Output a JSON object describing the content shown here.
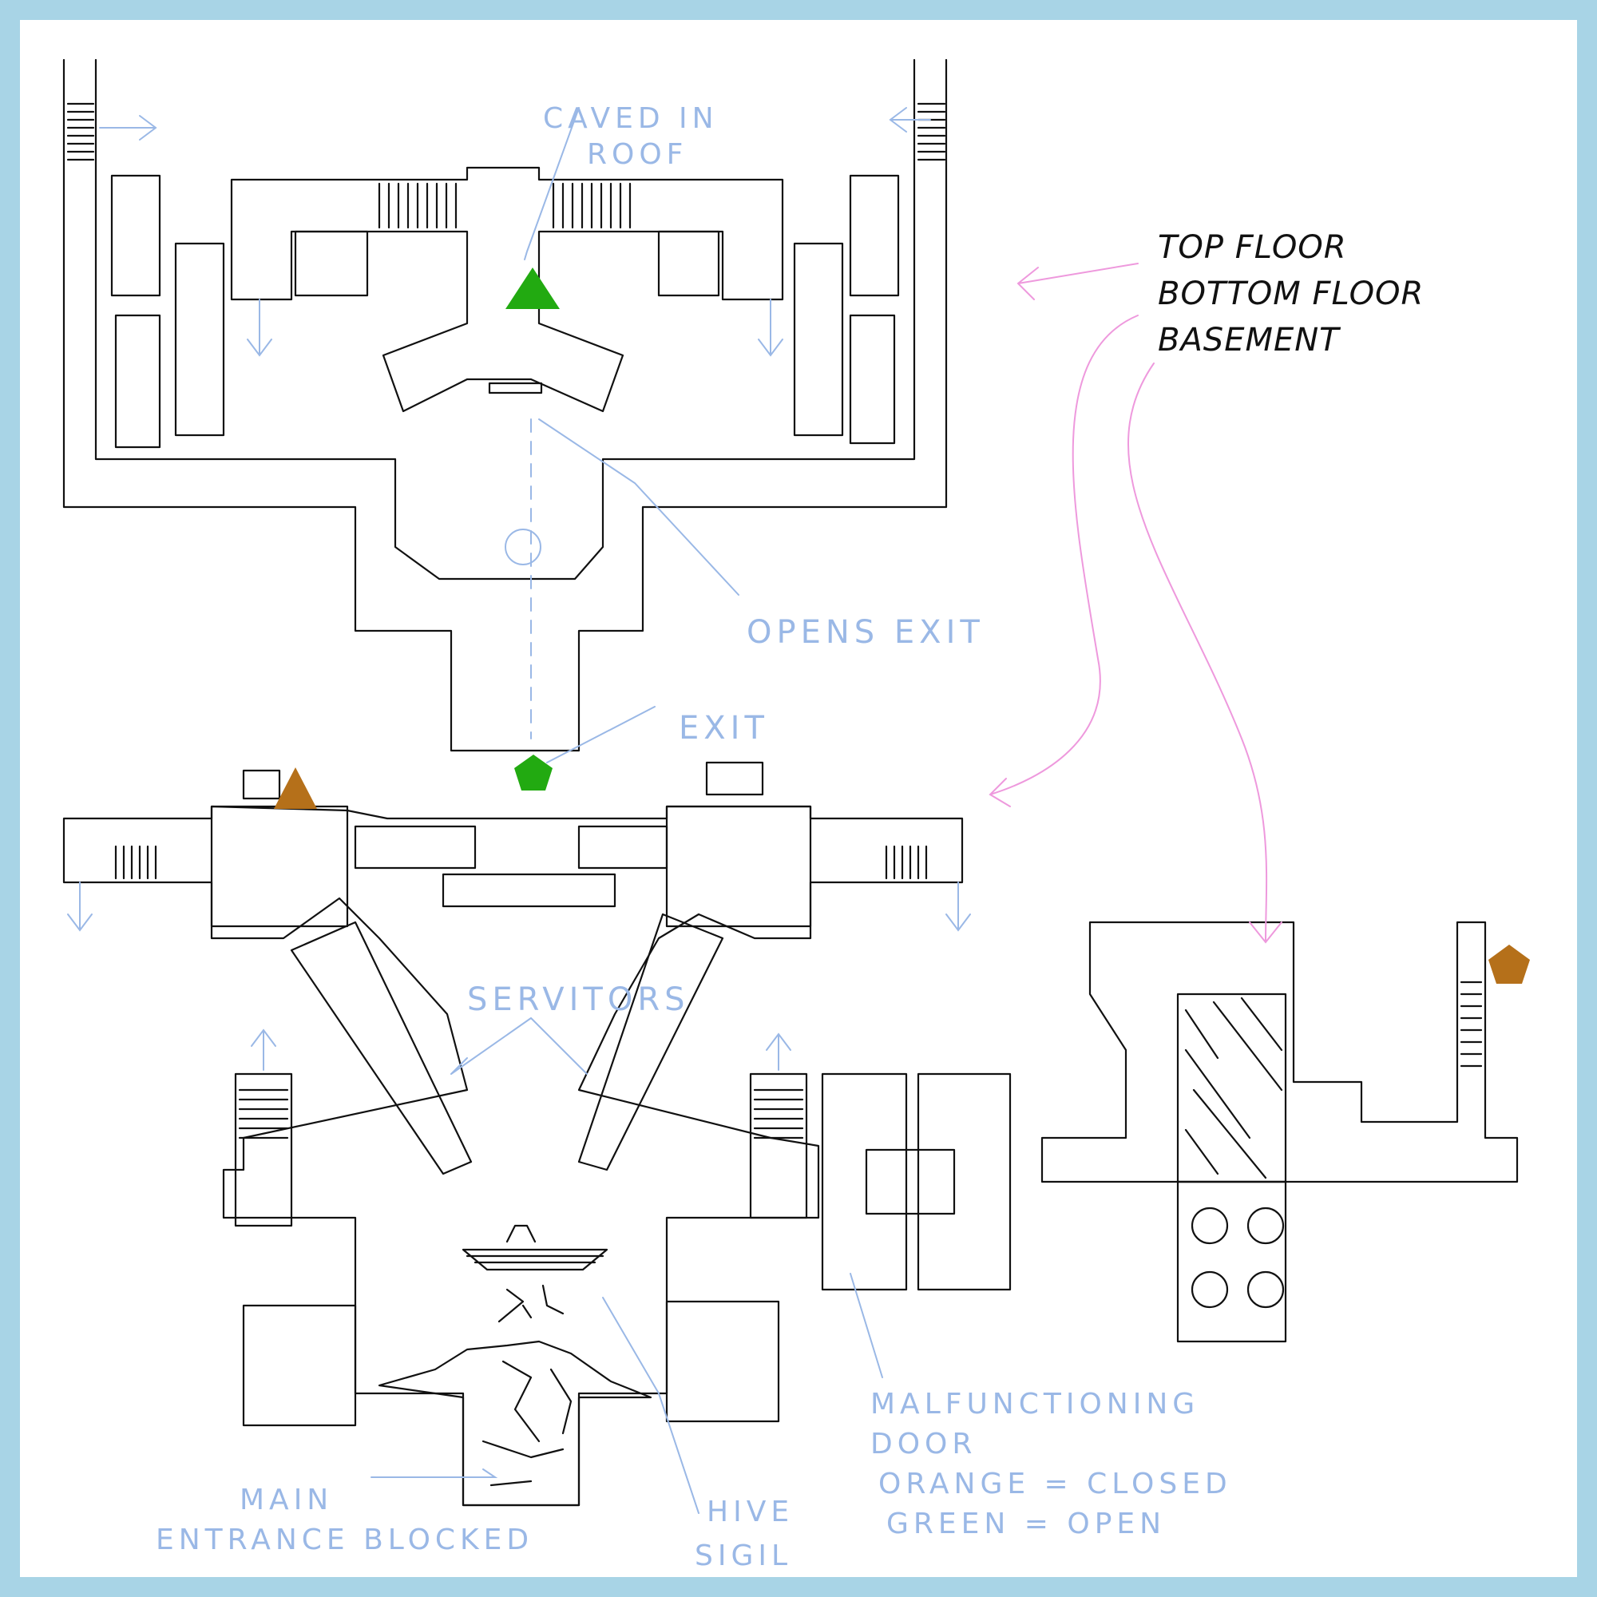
{
  "legend": {
    "floors": [
      {
        "label": "TOP FLOOR",
        "color": "#ee99dd"
      },
      {
        "label": "BOTTOM FLOOR",
        "color": "#ee99dd"
      },
      {
        "label": "BASEMENT",
        "color": "#ee99dd"
      }
    ]
  },
  "annotations": {
    "caved_in_roof": [
      "CAVED IN",
      "ROOF"
    ],
    "opens_exit": "OPENS EXIT",
    "exit": "EXIT",
    "servitors": "SERVITORS",
    "main_entrance": [
      "MAIN",
      "ENTRANCE BLOCKED"
    ],
    "hive_sigil": [
      "HIVE",
      "SIGIL"
    ],
    "malfunctioning_door": [
      "MALFUNCTIONING",
      "DOOR",
      "ORANGE = CLOSED",
      "GREEN = OPEN"
    ]
  },
  "markers": [
    {
      "name": "top-floor-open-door",
      "shape": "triangle",
      "color": "#22aa11"
    },
    {
      "name": "top-floor-exit",
      "shape": "pentagon",
      "color": "#22aa11"
    },
    {
      "name": "bottom-floor-closed-door",
      "shape": "triangle",
      "color": "#b5701a"
    },
    {
      "name": "basement-closed-door",
      "shape": "pentagon",
      "color": "#b5701a"
    }
  ],
  "colors": {
    "frame": "#a8d4e6",
    "ink": "#111111",
    "annotation": "#9ab8e6",
    "legend_arrow": "#ee99dd"
  }
}
